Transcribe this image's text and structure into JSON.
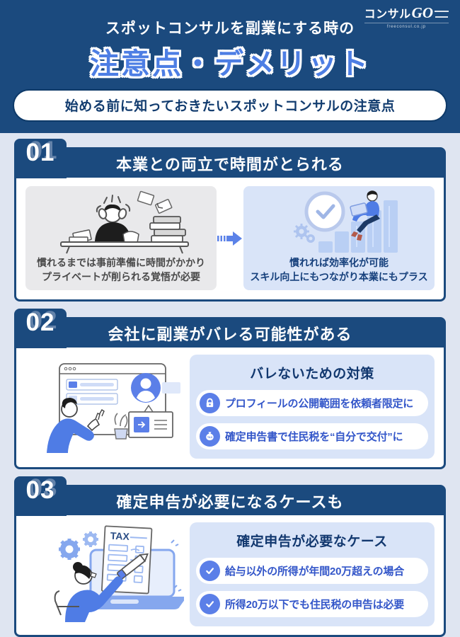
{
  "header": {
    "logo": {
      "text_main": "コンサル",
      "text_go": "GO",
      "subtext": "freeconsul.co.jp"
    },
    "subtitle": "スポットコンサルを副業にする時の",
    "title": "注意点・デメリット",
    "banner": "始める前に知っておきたいスポットコンサルの注意点"
  },
  "sections": [
    {
      "number": "01",
      "heading": "本業との両立で時間がとられる",
      "before": {
        "caption_line1": "慣れるまでは事前準備に時間がかかり",
        "caption_line2": "プライベートが削られる覚悟が必要",
        "illustration": "stressed-worker-at-desk"
      },
      "after": {
        "caption_line1": "慣れれば効率化が可能",
        "caption_line2": "スキル向上にもつながり本業にもプラス",
        "illustration": "man-on-growth-bars-with-clock"
      }
    },
    {
      "number": "02",
      "heading": "会社に副業がバレる可能性がある",
      "illustration": "person-with-profile-browser",
      "panel": {
        "title": "バレないための対策",
        "items": [
          {
            "icon": "lock-icon",
            "text": "プロフィールの公開範囲を依頼者限定に"
          },
          {
            "icon": "money-bag-icon",
            "text": "確定申告書で住民税を“自分で交付”に"
          }
        ]
      }
    },
    {
      "number": "03",
      "heading": "確定申告が必要になるケースも",
      "illustration": "woman-writing-tax-form",
      "panel": {
        "title": "確定申告が必要なケース",
        "items": [
          {
            "icon": "check-icon",
            "text": "給与以外の所得が年間20万超えの場合"
          },
          {
            "icon": "check-icon",
            "text": "所得20万以下でも住民税の申告は必要"
          }
        ]
      }
    }
  ],
  "illustrations": {
    "tax_label": "TAX"
  },
  "icons": {
    "lock": "lock-icon",
    "money_bag": "money-bag-icon",
    "check": "check-icon",
    "arrow": "arrow-right-icon"
  },
  "colors": {
    "navy": "#1b4a7e",
    "accent_blue": "#4d7ee4",
    "icon_blue": "#5b7fe8",
    "light_blue_panel": "#d9e4f8",
    "gray_panel": "#e9e9eb",
    "page_bg": "#dfe5f1",
    "pill_text": "#3356c9"
  }
}
